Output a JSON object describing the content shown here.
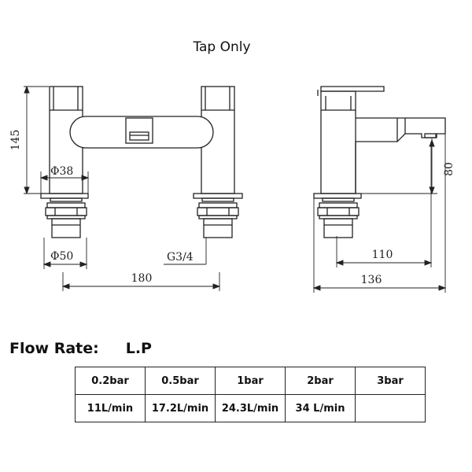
{
  "title": "Tap Only",
  "dimensions": {
    "height_total": "145",
    "base_diameter": "Φ38",
    "nut_diameter": "Φ50",
    "thread": "G3/4",
    "centres": "180",
    "spout_height": "80",
    "spout_reach": "110",
    "depth": "136"
  },
  "flow": {
    "heading": "Flow Rate:",
    "pressure_label": "L.P",
    "pressures": [
      "0.2bar",
      "0.5bar",
      "1bar",
      "2bar",
      "3bar"
    ],
    "rates": [
      "11L/min",
      "17.2L/min",
      "24.3L/min",
      "34 L/min",
      ""
    ]
  },
  "colors": {
    "line": "#222222",
    "background": "#ffffff"
  }
}
